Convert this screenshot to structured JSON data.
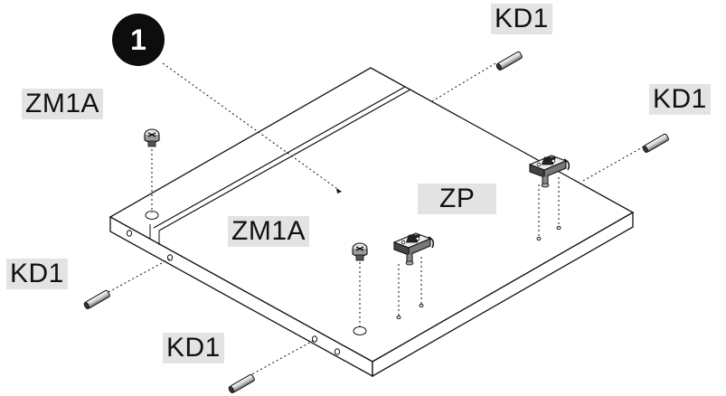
{
  "step": {
    "number": "1"
  },
  "labels": {
    "kd1_top": "KD1",
    "kd1_right": "KD1",
    "kd1_left": "KD1",
    "kd1_bottom": "KD1",
    "zm1a_top": "ZM1A",
    "zm1a_mid": "ZM1A",
    "zp": "ZP"
  },
  "colors": {
    "label_background": "#e3e3e3",
    "line": "#111111",
    "badge": "#0d0d0d"
  },
  "parts": {
    "dowel": "kd1-dowel-icon",
    "cam_lock": "zm1a-cam-lock-icon",
    "hinge": "zp-hinge-plate-icon"
  }
}
